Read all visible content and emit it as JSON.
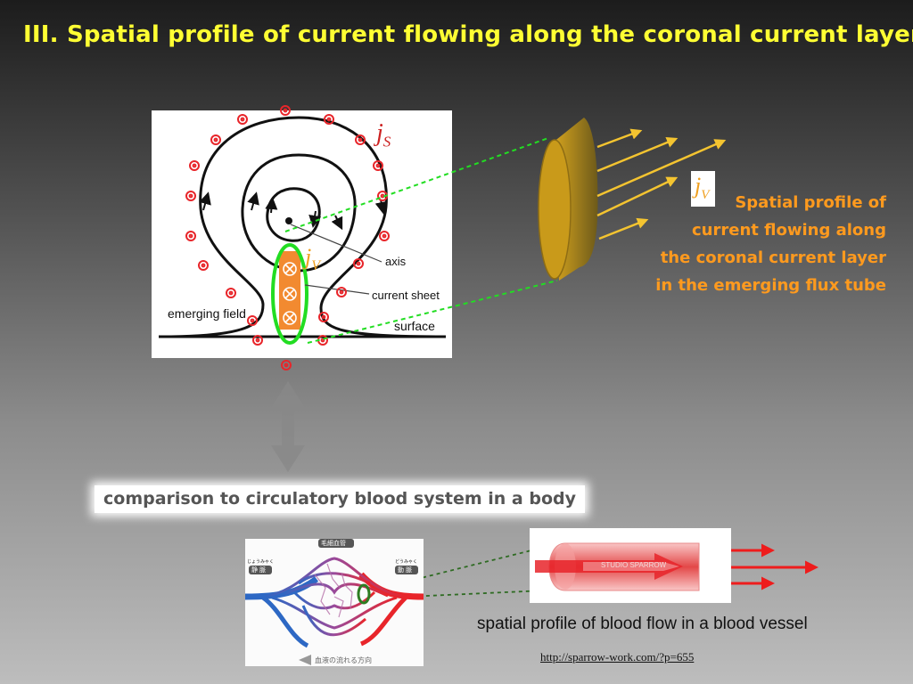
{
  "slide": {
    "title": "III. Spatial profile of current flowing along the coronal current layer"
  },
  "emerging_diagram": {
    "js_symbol": "j",
    "js_subscript": "S",
    "jv_symbol": "j",
    "jv_subscript": "V",
    "axis_label": "axis",
    "current_sheet_label": "current sheet",
    "emerging_field_label": "emerging field",
    "surface_label": "surface"
  },
  "tube_callout": {
    "jv_symbol": "j",
    "jv_subscript": "V",
    "lines": [
      "Spatial profile of",
      "current flowing along",
      "the coronal current layer",
      "in the emerging flux tube"
    ]
  },
  "comparison_label": "comparison to circulatory blood system in a body",
  "circulation_diagram": {
    "top_label": "毛細血管",
    "left_ruby": "じょうみゃく",
    "left_label": "静 脈",
    "right_ruby": "どうみゃく",
    "right_label": "動 脈",
    "bottom_label": "血液の流れる方向"
  },
  "vessel_diagram": {
    "watermark": "STUDIO SPARROW"
  },
  "blood_caption": "spatial profile of blood flow in a blood vessel",
  "source_link": "http://sparrow-work.com/?p=655",
  "colors": {
    "title": "#ffff33",
    "callout": "#ff9a1e",
    "outward_current_marks": "#e8252a",
    "current_sheet_ellipse": "#22dd22",
    "dashed_connectors": "#22cc22",
    "flux_tube": "#c99a1a",
    "arrows": "#f4c430",
    "artery": "#e8252a",
    "vein": "#2d68c4"
  }
}
